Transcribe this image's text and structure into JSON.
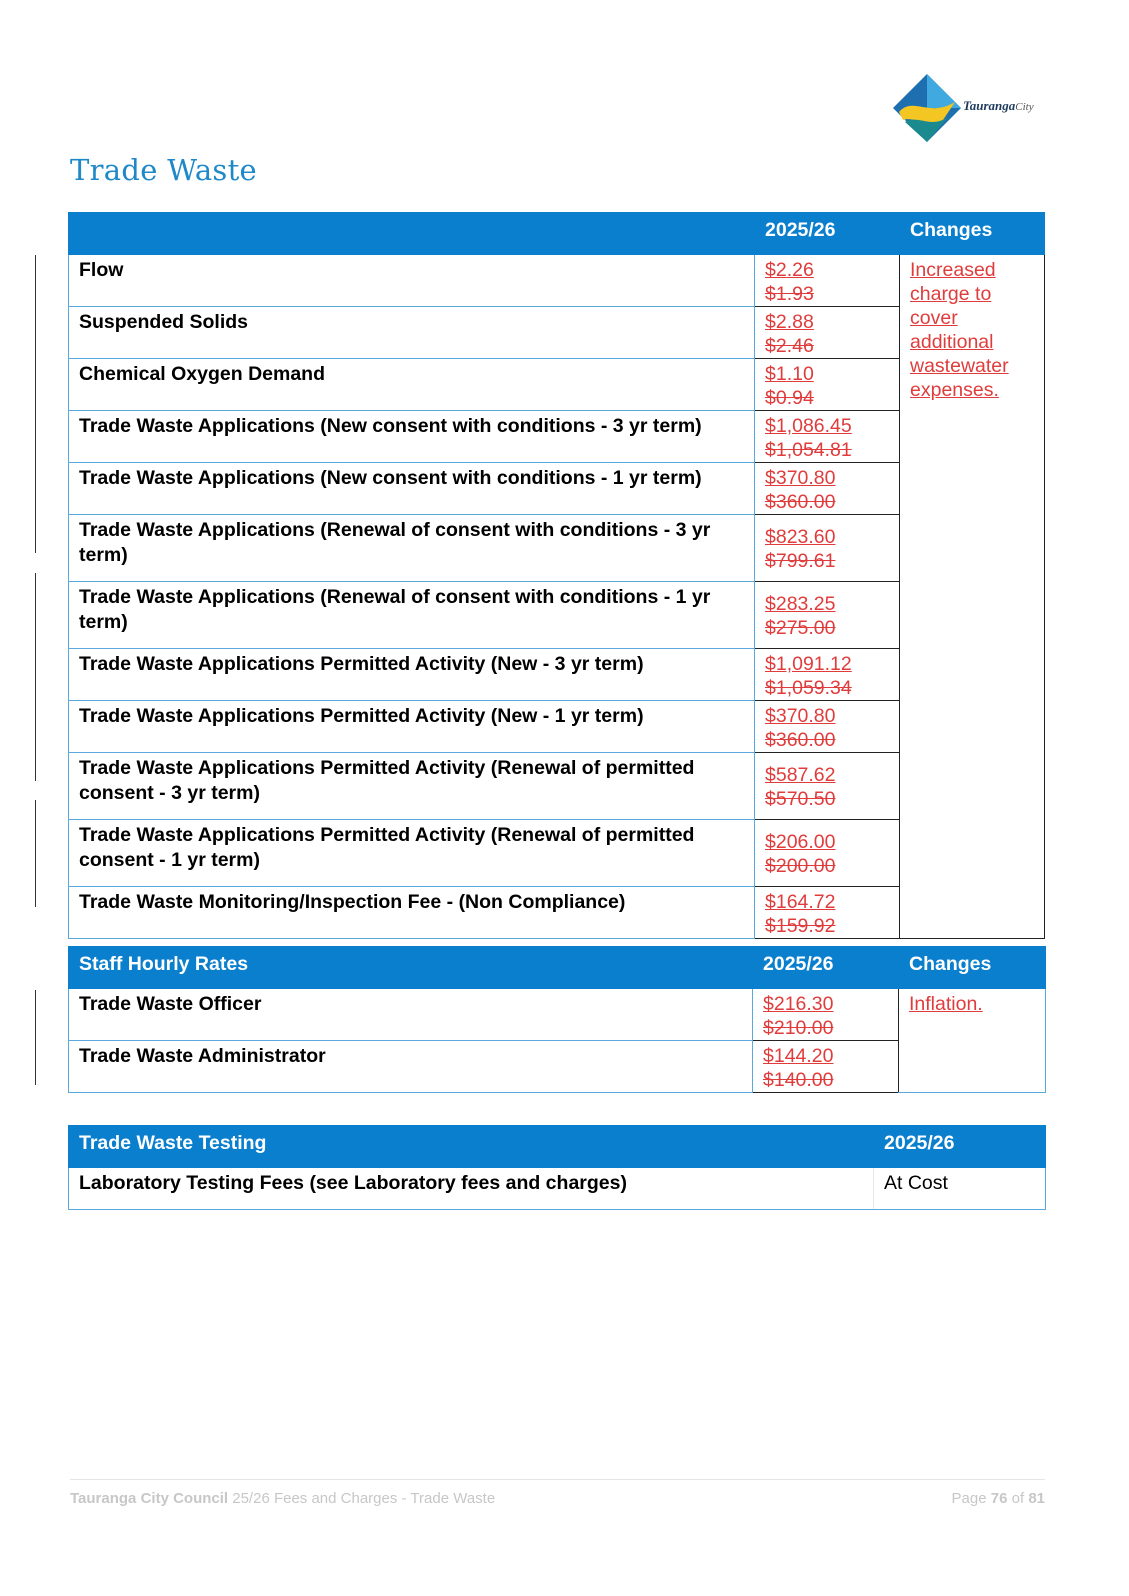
{
  "logo": {
    "brand": "Tauranga",
    "city": "City"
  },
  "page_title": "Trade Waste",
  "table1": {
    "headers": [
      "",
      "2025/26",
      "Changes"
    ],
    "changes_note": "Increased charge to cover additional wastewater expenses.",
    "rows": [
      {
        "label": "Flow",
        "new": "$2.26",
        "old": "$1.93"
      },
      {
        "label": "Suspended Solids",
        "new": "$2.88",
        "old": "$2.46"
      },
      {
        "label": "Chemical Oxygen Demand",
        "new": "$1.10",
        "old": "$0.94"
      },
      {
        "label": "Trade Waste Applications (New consent with conditions - 3 yr term)",
        "new": "$1,086.45",
        "old": "$1,054.81"
      },
      {
        "label": "Trade Waste Applications (New consent with conditions - 1 yr term)",
        "new": "$370.80",
        "old": "$360.00"
      },
      {
        "label": "Trade Waste Applications (Renewal of consent with conditions - 3 yr term)",
        "new": "$823.60",
        "old": "$799.61"
      },
      {
        "label": "Trade Waste Applications (Renewal of consent with conditions - 1 yr term)",
        "new": "$283.25",
        "old": "$275.00"
      },
      {
        "label": "Trade Waste Applications Permitted Activity (New - 3 yr term)",
        "new": "$1,091.12",
        "old": "$1,059.34"
      },
      {
        "label": "Trade Waste Applications Permitted Activity (New - 1 yr term)",
        "new": "$370.80",
        "old": "$360.00"
      },
      {
        "label": "Trade Waste Applications Permitted Activity (Renewal of permitted consent - 3 yr term)",
        "new": "$587.62",
        "old": "$570.50"
      },
      {
        "label": "Trade Waste Applications Permitted Activity (Renewal of permitted consent - 1 yr term)",
        "new": "$206.00",
        "old": "$200.00"
      },
      {
        "label": "Trade Waste Monitoring/Inspection Fee - (Non Compliance)",
        "new": "$164.72",
        "old": "$159.92"
      }
    ]
  },
  "table2": {
    "headers": [
      "Staff Hourly Rates",
      "2025/26",
      "Changes"
    ],
    "changes_note": "Inflation.",
    "rows": [
      {
        "label": "Trade Waste Officer",
        "new": "$216.30",
        "old": "$210.00"
      },
      {
        "label": "Trade Waste Administrator",
        "new": "$144.20",
        "old": "$140.00"
      }
    ]
  },
  "table3": {
    "headers": [
      "Trade Waste Testing",
      "2025/26"
    ],
    "rows": [
      {
        "label": "Laboratory Testing Fees (see Laboratory fees and charges)",
        "value": "At Cost"
      }
    ]
  },
  "footer": {
    "org": "Tauranga City Council",
    "doc": "25/26 Fees and Charges - Trade Waste",
    "page_prefix": "Page",
    "page_num": "76",
    "page_of": "of",
    "page_total": "81"
  },
  "colors": {
    "header_bg": "#0a7fce",
    "title": "#1e88c8",
    "change_red": "#e03c3c"
  }
}
